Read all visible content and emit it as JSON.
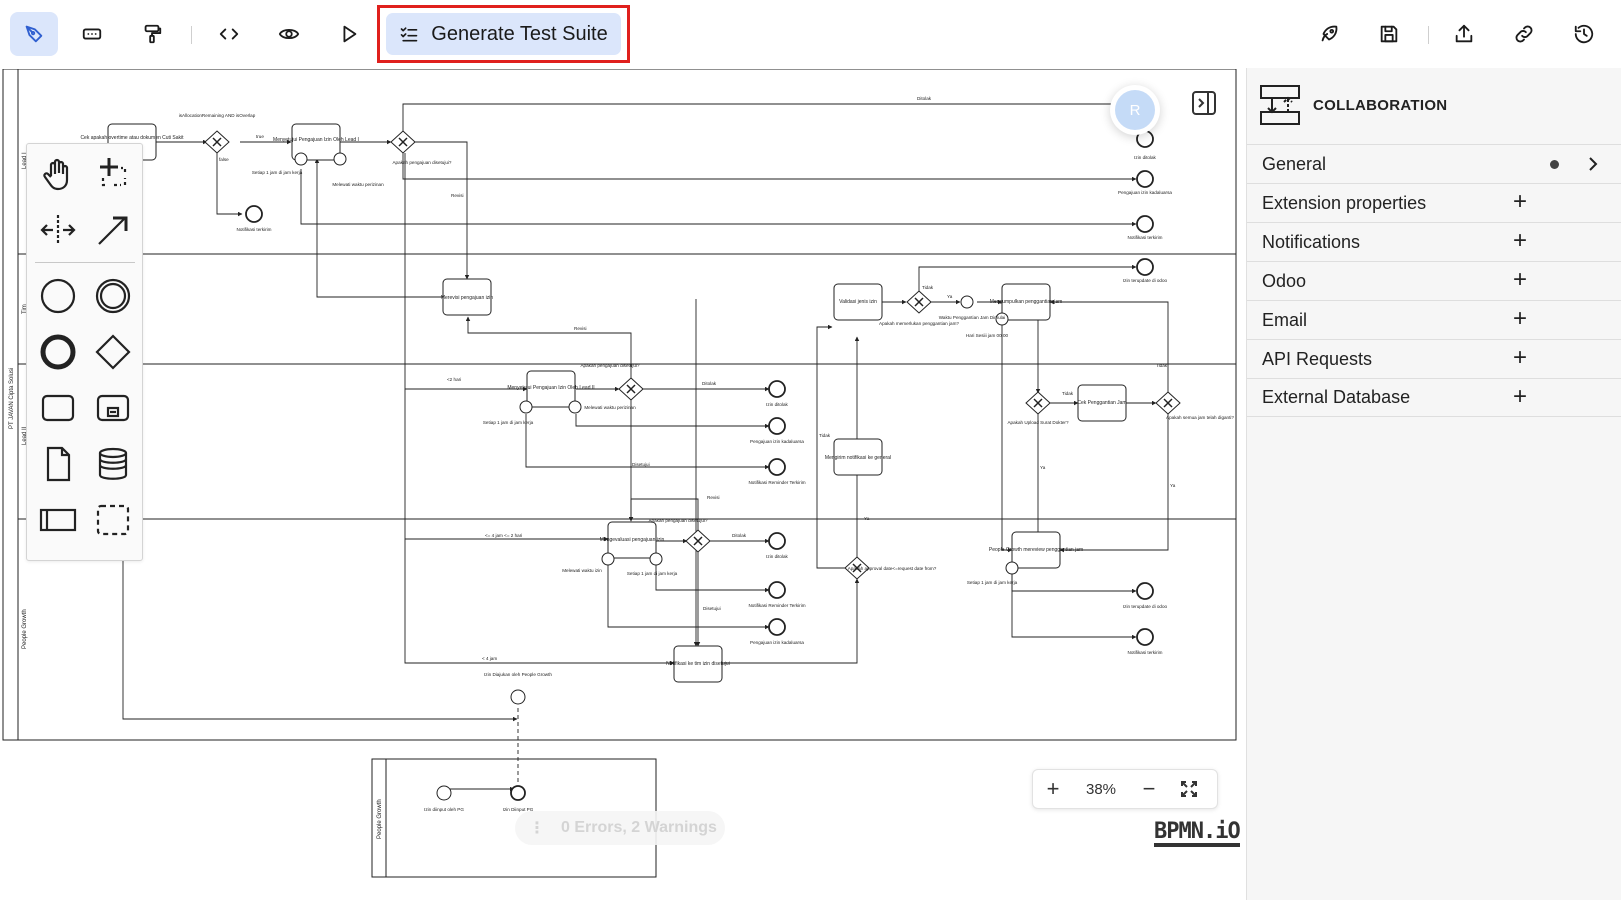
{
  "toolbar": {
    "left_tools": [
      {
        "icon": "modeler-pen-icon",
        "active": true
      },
      {
        "icon": "form-icon"
      },
      {
        "icon": "paint-roller-icon"
      },
      {
        "icon": "code-icon"
      },
      {
        "icon": "eye-icon"
      },
      {
        "icon": "play-icon"
      }
    ],
    "generate_label": "Generate Test Suite",
    "right_tools": [
      "rocket-icon",
      "save-icon",
      "export-icon",
      "link-icon",
      "history-icon"
    ]
  },
  "palette": [
    "hand-tool-icon",
    "lasso-tool-icon",
    "space-tool-icon",
    "connect-tool-icon",
    "start-event-icon",
    "intermediate-event-icon",
    "end-event-icon",
    "gateway-icon",
    "task-icon",
    "subprocess-icon",
    "data-object-icon",
    "data-store-icon",
    "pool-icon",
    "group-icon"
  ],
  "avatar": "R",
  "zoom": {
    "value": "38%"
  },
  "status": "0 Errors, 2 Warnings",
  "watermark": "BPMN.iO",
  "properties": {
    "title": "COLLABORATION",
    "groups": [
      {
        "label": "General",
        "dot": true
      },
      {
        "label": "Extension properties"
      },
      {
        "label": "Notifications"
      },
      {
        "label": "Odoo"
      },
      {
        "label": "Email"
      },
      {
        "label": "API Requests"
      },
      {
        "label": "External Database"
      }
    ]
  },
  "diagram": {
    "pool_label": "PT JAVAN Cipta Solusi",
    "lane_labels": [
      "Lead I",
      "Tim",
      "Lead II",
      "People Growth"
    ],
    "tasks": [
      "Cek apakah overtime atau dokumen Cuti Sakit",
      "Menyetujui Pengajuan Izin Oleh Lead I",
      "Merevisi pengajuan izin",
      "Menyetujui Pengajuan Izin Oleh Lead II",
      "Validasi jenis izin",
      "Mengirim notifikasi ke general",
      "Mengevaluasi pengajuan izin",
      "Notifikasi ke tim izin disetujui",
      "Mengumpulkan penggantian jam",
      "Cek Penggantian Jam",
      "People Growth mereview penggantian jam"
    ],
    "events": [
      "Notifikasi terkirim",
      "Izin ditolak",
      "Pengajuan izin kadaluarsa",
      "Notifikasi terkirim",
      "Izin terupdate di odoo",
      "Izin ditolak",
      "Pengajuan izin kadaluarsa",
      "Notifikasi Reminder Terkirim",
      "Izin ditolak",
      "Notifikasi Reminder Terkirim",
      "Pengajuan izin kadaluarsa",
      "Izin terupdate di odoo",
      "Notifikasi terkirim"
    ],
    "gateway_labels": [
      "isAllocationRemaining AND isOverlap",
      "Apakah pengajuan disetujui?",
      "Apakah pengajuan disetujui?",
      "Apakah pengajuan disetujui?",
      "Apakah approval date<=request date from?",
      "Apakah memerlukan penggantian jam?",
      "Apakah Upload Surat Dokter?",
      "Apakah semua jam telah diganti?"
    ],
    "timer_labels": [
      "Setiap 1 jam di jam kerja",
      "Melewati waktu perizinan",
      "Setiap 1 jam di jam kerja",
      "Melewati waktu perizinan",
      "Melewati waktu izin",
      "Setiap 1 jam di jam kerja",
      "Waktu Penggantian Jam Dimulai",
      "Hari Sesiii jam 00.00",
      "Setiap 1 jam di jam kerja"
    ],
    "flow_labels": [
      "Ditolak",
      "true",
      "false",
      "Revisi",
      "Revisi",
      "Revisi",
      "<2 hari",
      "Ditolak",
      "Disetujui",
      "<= 4 jam <= 2 hari",
      "Ditolak",
      "Disetujui",
      "< 4 jam",
      "Tidak",
      "Ya",
      "Tidak",
      "Ya",
      "Tidak",
      "Ya",
      "Tidak",
      "Ya"
    ],
    "message_event_label": "Izin Diajukan oleh People Growth",
    "sub_pool_label": "People Growth",
    "sub_events": [
      "Izin diinput oleh PG",
      "Izin Diinput PG"
    ]
  }
}
